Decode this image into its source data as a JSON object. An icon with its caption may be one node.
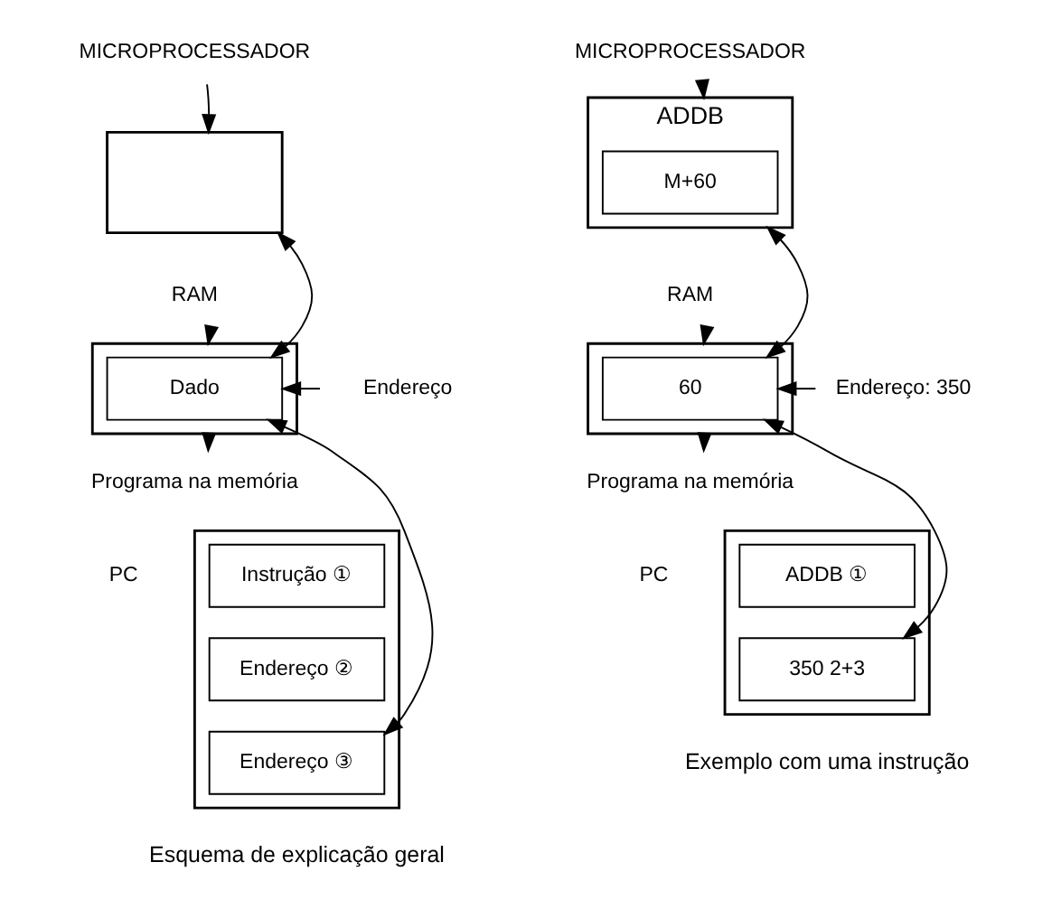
{
  "diagram": {
    "nodes": [
      {
        "text": [
          "MICROPROCESSADOR"
        ]
      },
      {
        "text": [],
        "shape": "box"
      },
      {
        "text": [
          "RAM"
        ]
      },
      {
        "text": [],
        "shape": "box"
      },
      {
        "text": [
          "Dado"
        ],
        "in": 3
      },
      {
        "text": [
          "Endereço"
        ]
      },
      {
        "text": [
          "Programa na memória"
        ]
      },
      {
        "text": [],
        "shape": "box",
        "beside": [
          "PC"
        ]
      },
      {
        "text": [
          "Instrução ①"
        ],
        "in": 7
      },
      {
        "text": [
          "Endereço ②"
        ],
        "in": 7
      },
      {
        "text": [
          "Endereço ③"
        ],
        "in": 7
      },
      {
        "text": [
          "MICROPROCESSADOR"
        ]
      },
      {
        "text": [
          "ADDB"
        ]
      },
      {
        "text": [
          "M+60"
        ],
        "in": 12
      },
      {
        "text": [
          "RAM"
        ]
      },
      {
        "text": [],
        "shape": "box"
      },
      {
        "text": [
          "60"
        ],
        "in": 15
      },
      {
        "text": [
          "Endereço: 350"
        ]
      },
      {
        "text": [
          "Programa na memória"
        ]
      },
      {
        "text": [],
        "shape": "box",
        "beside": [
          "PC"
        ]
      },
      {
        "text": [
          "ADDB ①"
        ],
        "in": 19
      },
      {
        "text": [
          "350 2+3"
        ],
        "in": 19
      }
    ],
    "edges": [
      {
        "from": 0,
        "to": 1,
        "arrow": "to"
      },
      {
        "from": 2,
        "to": 3,
        "arrow": "to"
      },
      {
        "from": 5,
        "to": 4,
        "arrow": "to"
      },
      {
        "from": 3,
        "to": 6,
        "arrow": "to"
      },
      {
        "from": 4,
        "to": 1,
        "arrow": "both"
      },
      {
        "from": 4,
        "to": 10,
        "arrow": "both"
      },
      {
        "from": 11,
        "to": 12,
        "arrow": "to"
      },
      {
        "from": 14,
        "to": 15,
        "arrow": "to"
      },
      {
        "from": 17,
        "to": 16,
        "arrow": "to"
      },
      {
        "from": 15,
        "to": 18,
        "arrow": "to"
      },
      {
        "from": 16,
        "to": 12,
        "arrow": "both"
      },
      {
        "from": 16,
        "to": 21,
        "arrow": "both"
      }
    ],
    "labels": [
      "Esquema de explicação geral",
      "Exemplo com uma instrução"
    ]
  }
}
